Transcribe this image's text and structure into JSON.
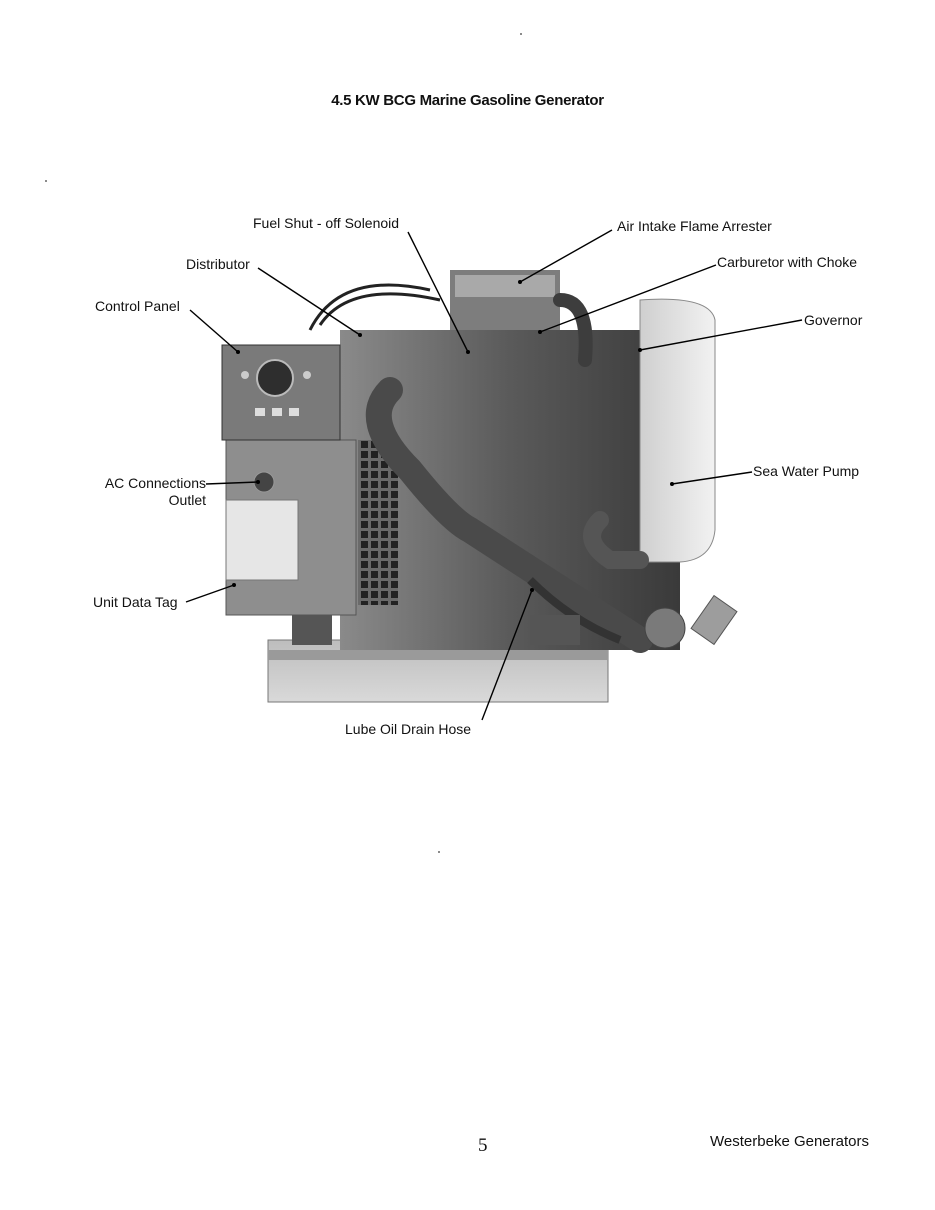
{
  "title": "4.5 KW BCG Marine Gasoline Generator",
  "labels": {
    "fuel_solenoid": "Fuel Shut - off Solenoid",
    "air_intake": "Air Intake Flame Arrester",
    "distributor": "Distributor",
    "carburetor": "Carburetor with Choke",
    "control_panel": "Control Panel",
    "governor": "Governor",
    "ac_connections_line1": "AC Connections",
    "ac_connections_line2": "Outlet",
    "sea_water_pump": "Sea Water Pump",
    "unit_data_tag": "Unit Data Tag",
    "lube_oil_drain": "Lube Oil Drain Hose"
  },
  "page_number": "5",
  "footer": "Westerbeke Generators"
}
